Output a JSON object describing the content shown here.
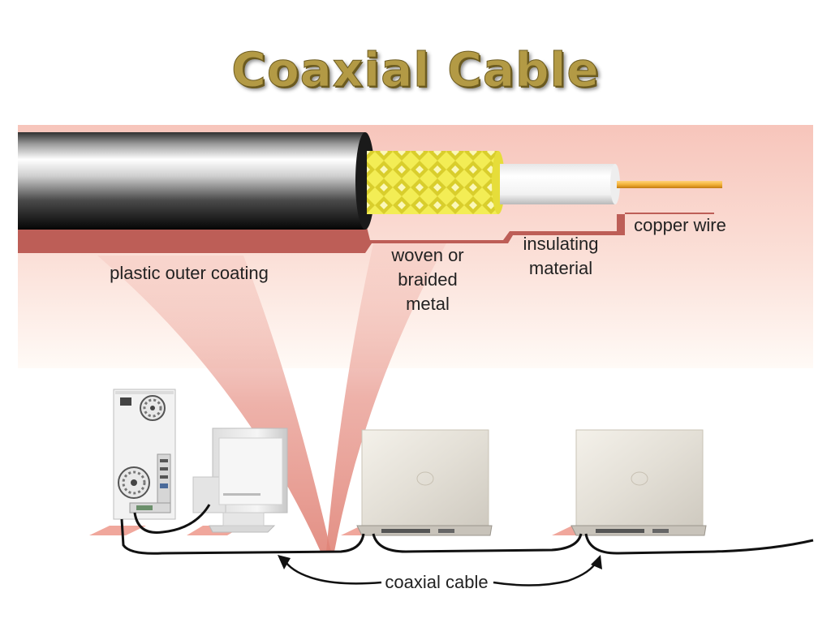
{
  "title": "Coaxial Cable",
  "labels": {
    "outer_coating": "plastic outer coating",
    "woven_line1": "woven or",
    "woven_line2": "braided",
    "woven_line3": "metal",
    "insulating_line1": "insulating",
    "insulating_line2": "material",
    "copper_wire": "copper wire",
    "coaxial_cable": "coaxial cable"
  },
  "colors": {
    "title": "#b39a45",
    "panel_pink": "#f6c4ba",
    "shadow_red": "#b8544f",
    "braid_yellow": "#f0ea4a",
    "copper": "#e8a020"
  },
  "icons": {
    "desktop_tower": "desktop-tower-icon",
    "monitor": "crt-monitor-icon",
    "laptop": "laptop-icon",
    "arrow": "curved-arrow-icon"
  }
}
